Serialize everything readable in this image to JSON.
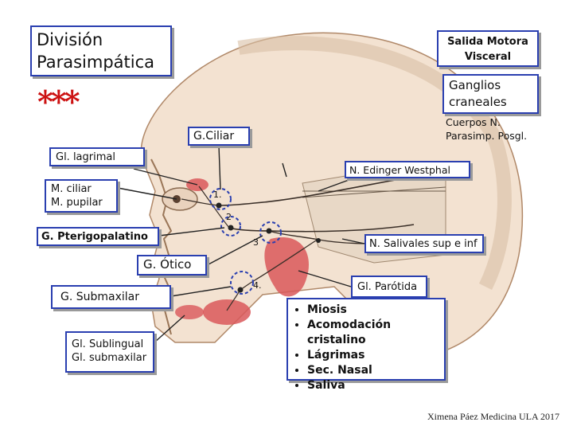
{
  "title": {
    "line1": "División",
    "line2": "Parasimpática"
  },
  "stars": "***",
  "salida": {
    "line1": "Salida Motora",
    "line2": "Visceral"
  },
  "ganglios": {
    "line1": "Ganglios",
    "line2": "craneales"
  },
  "cuerpos": {
    "line1": "Cuerpos N.",
    "line2": "Parasimp. Posgl."
  },
  "labels": {
    "ciliar": "G.Ciliar",
    "lagrimal": "Gl. lagrimal",
    "edinger": "N. Edinger Westphal",
    "m_ciliar": "M. ciliar",
    "m_pupilar": "M. pupilar",
    "pterigo": "G. Pterigopalatino",
    "salivales": "N. Salivales sup e inf",
    "otico": "G. Ótico",
    "parotida": "Gl. Parótida",
    "submaxilar": "G. Submaxilar",
    "sublingual": "Gl. Sublingual",
    "submaxilar_gl": "Gl. submaxilar"
  },
  "numbers": {
    "n1": "1.",
    "n2": "2",
    "n3": "3",
    "n4": "4."
  },
  "effects": [
    "Miosis",
    "Acomodación cristalino",
    "Lágrimas",
    "Sec. Nasal",
    "Saliva"
  ],
  "credit": "Ximena Páez Medicina ULA 2017",
  "colors": {
    "box_border": "#2a3fb0",
    "stars": "#cc1111",
    "gland": "#d9585a",
    "skin": "#f1dcc8"
  }
}
